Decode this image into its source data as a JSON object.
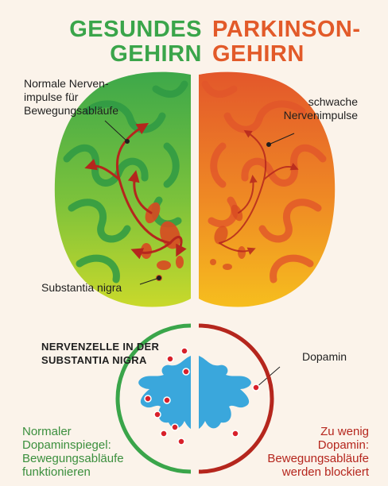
{
  "titles": {
    "healthy_line1": "GESUNDES",
    "healthy_line2": "GEHIRN",
    "parkinson_line1": "PARKINSON-",
    "parkinson_line2": "GEHIRN"
  },
  "labels": {
    "normal_impulses": [
      "Normale Nerven-",
      "impulse für",
      "Bewegungsabläufe"
    ],
    "weak_impulses": [
      "schwache",
      "Nervenimpulse"
    ],
    "substantia_nigra": "Substantia nigra",
    "neuron_heading": [
      "NERVENZELLE IN DER",
      "SUBSTANTIA NIGRA"
    ],
    "dopamine": "Dopamin",
    "normal_dopamine": [
      "Normaler",
      "Dopaminspiegel:",
      "Bewegungsabläufe",
      "funktionieren"
    ],
    "low_dopamine": [
      "Zu wenig",
      "Dopamin:",
      "Bewegungsabläufe",
      "werden blockiert"
    ]
  },
  "colors": {
    "healthy_green": "#3aa54a",
    "parkinson_orange": "#e25a29",
    "arrow_red": "#b5261d",
    "neuron_blue": "#3aa7dc",
    "dopamine_red": "#d8202a"
  }
}
